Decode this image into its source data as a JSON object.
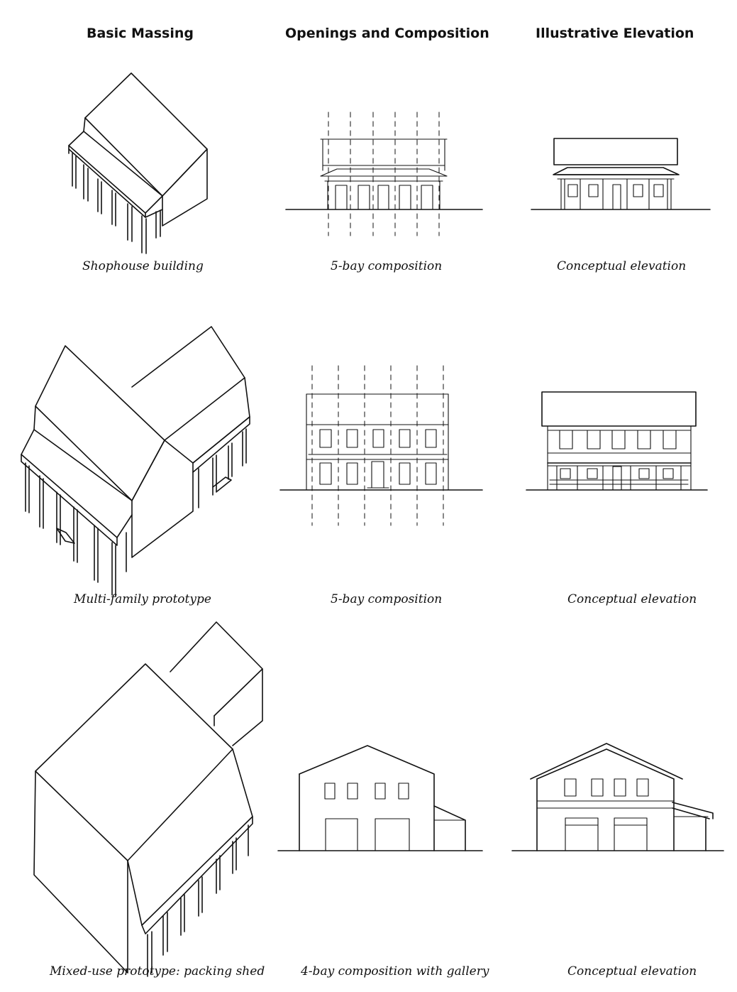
{
  "headers": {
    "col1": "Basic Massing",
    "col2": "Openings and Composition",
    "col3": "Illustrative Elevation"
  },
  "rows": [
    {
      "massing_caption": "Shophouse building",
      "composition_caption": "5-bay composition",
      "elevation_caption": "Conceptual elevation"
    },
    {
      "massing_caption": "Multi-family prototype",
      "composition_caption": "5-bay composition",
      "elevation_caption": "Conceptual elevation"
    },
    {
      "massing_caption": "Mixed-use prototype: packing shed",
      "composition_caption": "4-bay composition with gallery",
      "elevation_caption": "Conceptual elevation"
    }
  ],
  "colors": {
    "ink": "#111111",
    "paper": "#ffffff"
  }
}
